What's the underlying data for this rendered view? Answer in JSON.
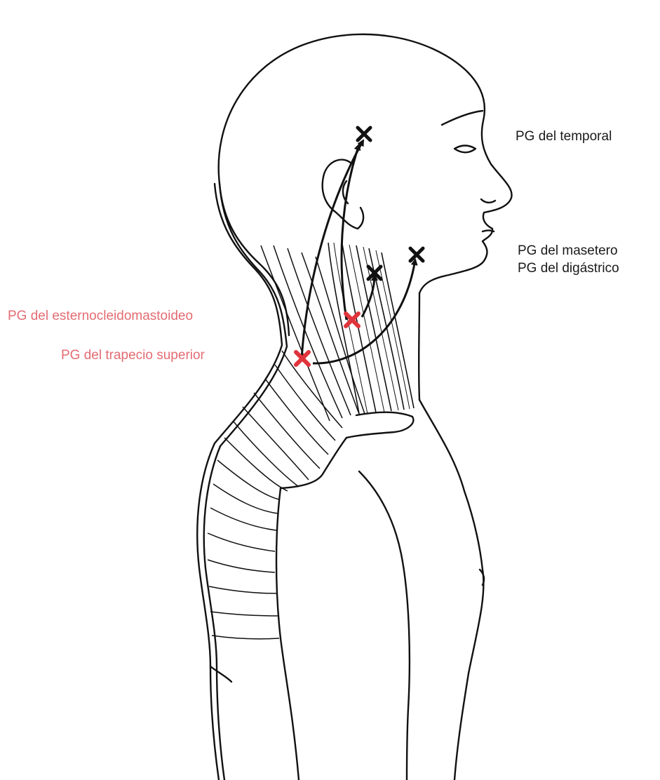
{
  "labels": {
    "temporal": "PG del temporal",
    "masetero": "PG del masetero",
    "digastrico": "PG del digástrico",
    "esternocleidomastoideo": "PG del esternocleidomastoideo",
    "trapecio": "PG del trapecio superior"
  },
  "colors": {
    "outline": "#111111",
    "trigger_point_primary": "#e0343c",
    "label_primary": "#e36c73",
    "label_referred": "#1a1a1a"
  },
  "icons": {
    "trigger_point_primary": "x-mark-icon",
    "trigger_point_referred": "x-mark-icon"
  }
}
